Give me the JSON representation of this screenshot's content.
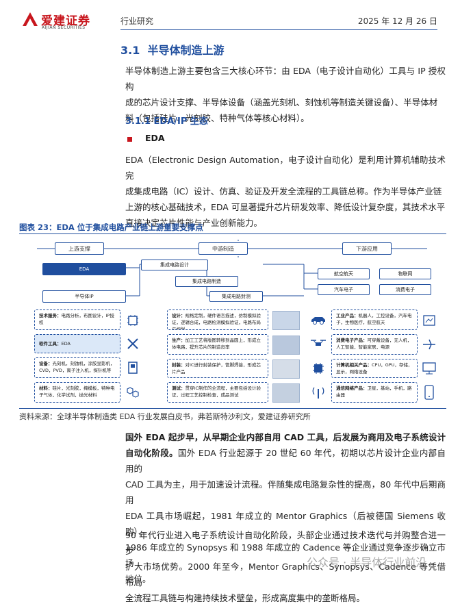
{
  "header": {
    "logo_cn": "爱建证券",
    "logo_en": "AIJIAN SECURITIES",
    "category": "行业研究",
    "date": "2025 年 12 月 26 日"
  },
  "section": {
    "number": "3.1",
    "title": "半导体制造上游"
  },
  "intro": [
    "半导体制造上游主要包含三大核心环节：由 EDA（电子设计自动化）工具与 IP 授权构",
    "成的芯片设计支撑、半导体设备（涵盖光刻机、刻蚀机等制造关键设备）、半导体材",
    "料（包括硅片、光刻胶、特种气体等核心材料）。"
  ],
  "subsection": {
    "title": "3.1.1 EDA/IP 生态"
  },
  "bullet": {
    "label": "EDA"
  },
  "eda_para": [
    "EDA（Electronic Design Automation，电子设计自动化）是利用计算机辅助技术完",
    "成集成电路（IC）设计、仿真、验证及开发全流程的工具链总称。作为半导体产业链",
    "上游的核心基础技术，EDA 可显著提升芯片研发效率、降低设计复杂度，其技术水平",
    "直接决定芯片性能与产业创新能力。"
  ],
  "figure": {
    "title": "图表 23：EDA 位于集成电路产业链上游重要支撑点",
    "source": "资料来源：全球半导体制造类 EDA 行业发展白皮书，弗若斯特沙利文，爱建证券研究所",
    "stages": {
      "up": "上游支撑",
      "mid": "中游制造",
      "down": "下游应用"
    },
    "flow": {
      "eda": "EDA",
      "ip": "半导体IP",
      "design": "集成电路设计",
      "manufacture": "集成电路制造",
      "package": "集成电路封测",
      "aerospace": "航空航天",
      "iot": "物联网",
      "auto": "汽车电子",
      "consumer": "消费电子"
    },
    "up_cards": [
      {
        "label": "技术服务：",
        "text": "电路分析，布图设计，IP授权"
      },
      {
        "label": "软件工具：",
        "text": "EDA"
      },
      {
        "label": "设备：",
        "text": "光刻机，刻蚀机，涂胶显影机，CVD，PVD，离子注入机，探针机等"
      },
      {
        "label": "材料：",
        "text": "硅片，光刻胶，掩模板，特种电子气体，化学试剂，抛光材料"
      }
    ],
    "mid_cards": [
      {
        "label": "设计：",
        "text": "规格定制，硬件语言描述，仿制模拟验证，逻辑合成，电路检测模拟验证，电路布局与规划"
      },
      {
        "label": "生产：",
        "text": "加工工艺将版图转移到晶圆上，形成立体电路，提升芯片的制造良率"
      },
      {
        "label": "封装：",
        "text": "对IC进行封装保护，管脚焊接，形成芯片产品"
      },
      {
        "label": "测试：",
        "text": "贯穿IC制作的全流程，主要包括设计验证，过程工艺控制检查，成品测试"
      }
    ],
    "down_cards": [
      {
        "label": "工业产品：",
        "text": "机器人，工控设备，汽车电子，生物医疗，航空航天"
      },
      {
        "label": "消费电子产品：",
        "text": "可穿戴设备，无人机，人工智能，智能家居，电源"
      },
      {
        "label": "计算机相关产品：",
        "text": "CPU，GPU，存储，显示，网络设备"
      },
      {
        "label": "通信网络产品：",
        "text": "卫星，基站，手机，路由器"
      }
    ]
  },
  "para1_bold": "国外 EDA 起步早，从早期企业内部自用 CAD 工具，后发展为商用及电子系统设计自动化阶段。",
  "para1": [
    "国外 EDA 行业起源于 20 世纪 60 年代，初期以芯片设计企业内部自用的",
    "CAD 工具为主，用于加速设计流程。伴随集成电路复杂性的提高，80 年代中后期商用",
    "EDA 工具市场崛起，1981 年成立的 Mentor Graphics（后被德国 Siemens 收购）、",
    "1986 年成立的 Synopsys 和 1988 年成立的 Cadence 等企业通过竞争逐步确立市场",
    "地位。"
  ],
  "para2": [
    "90 年代行业进入电子系统设计自动化阶段，头部企业通过技术迭代与并购整合进一步",
    "扩大市场优势。2000 年至今，Mentor Graphics、Synopsys、Cadence 等凭借布局",
    "全流程工具链与构建持续技术壁垒，形成高度集中的垄断格局。"
  ],
  "watermark": "公众号 · 半导体行业前沿",
  "colors": {
    "brand_red": "#c8161d",
    "brand_blue": "#1f4e9e"
  }
}
